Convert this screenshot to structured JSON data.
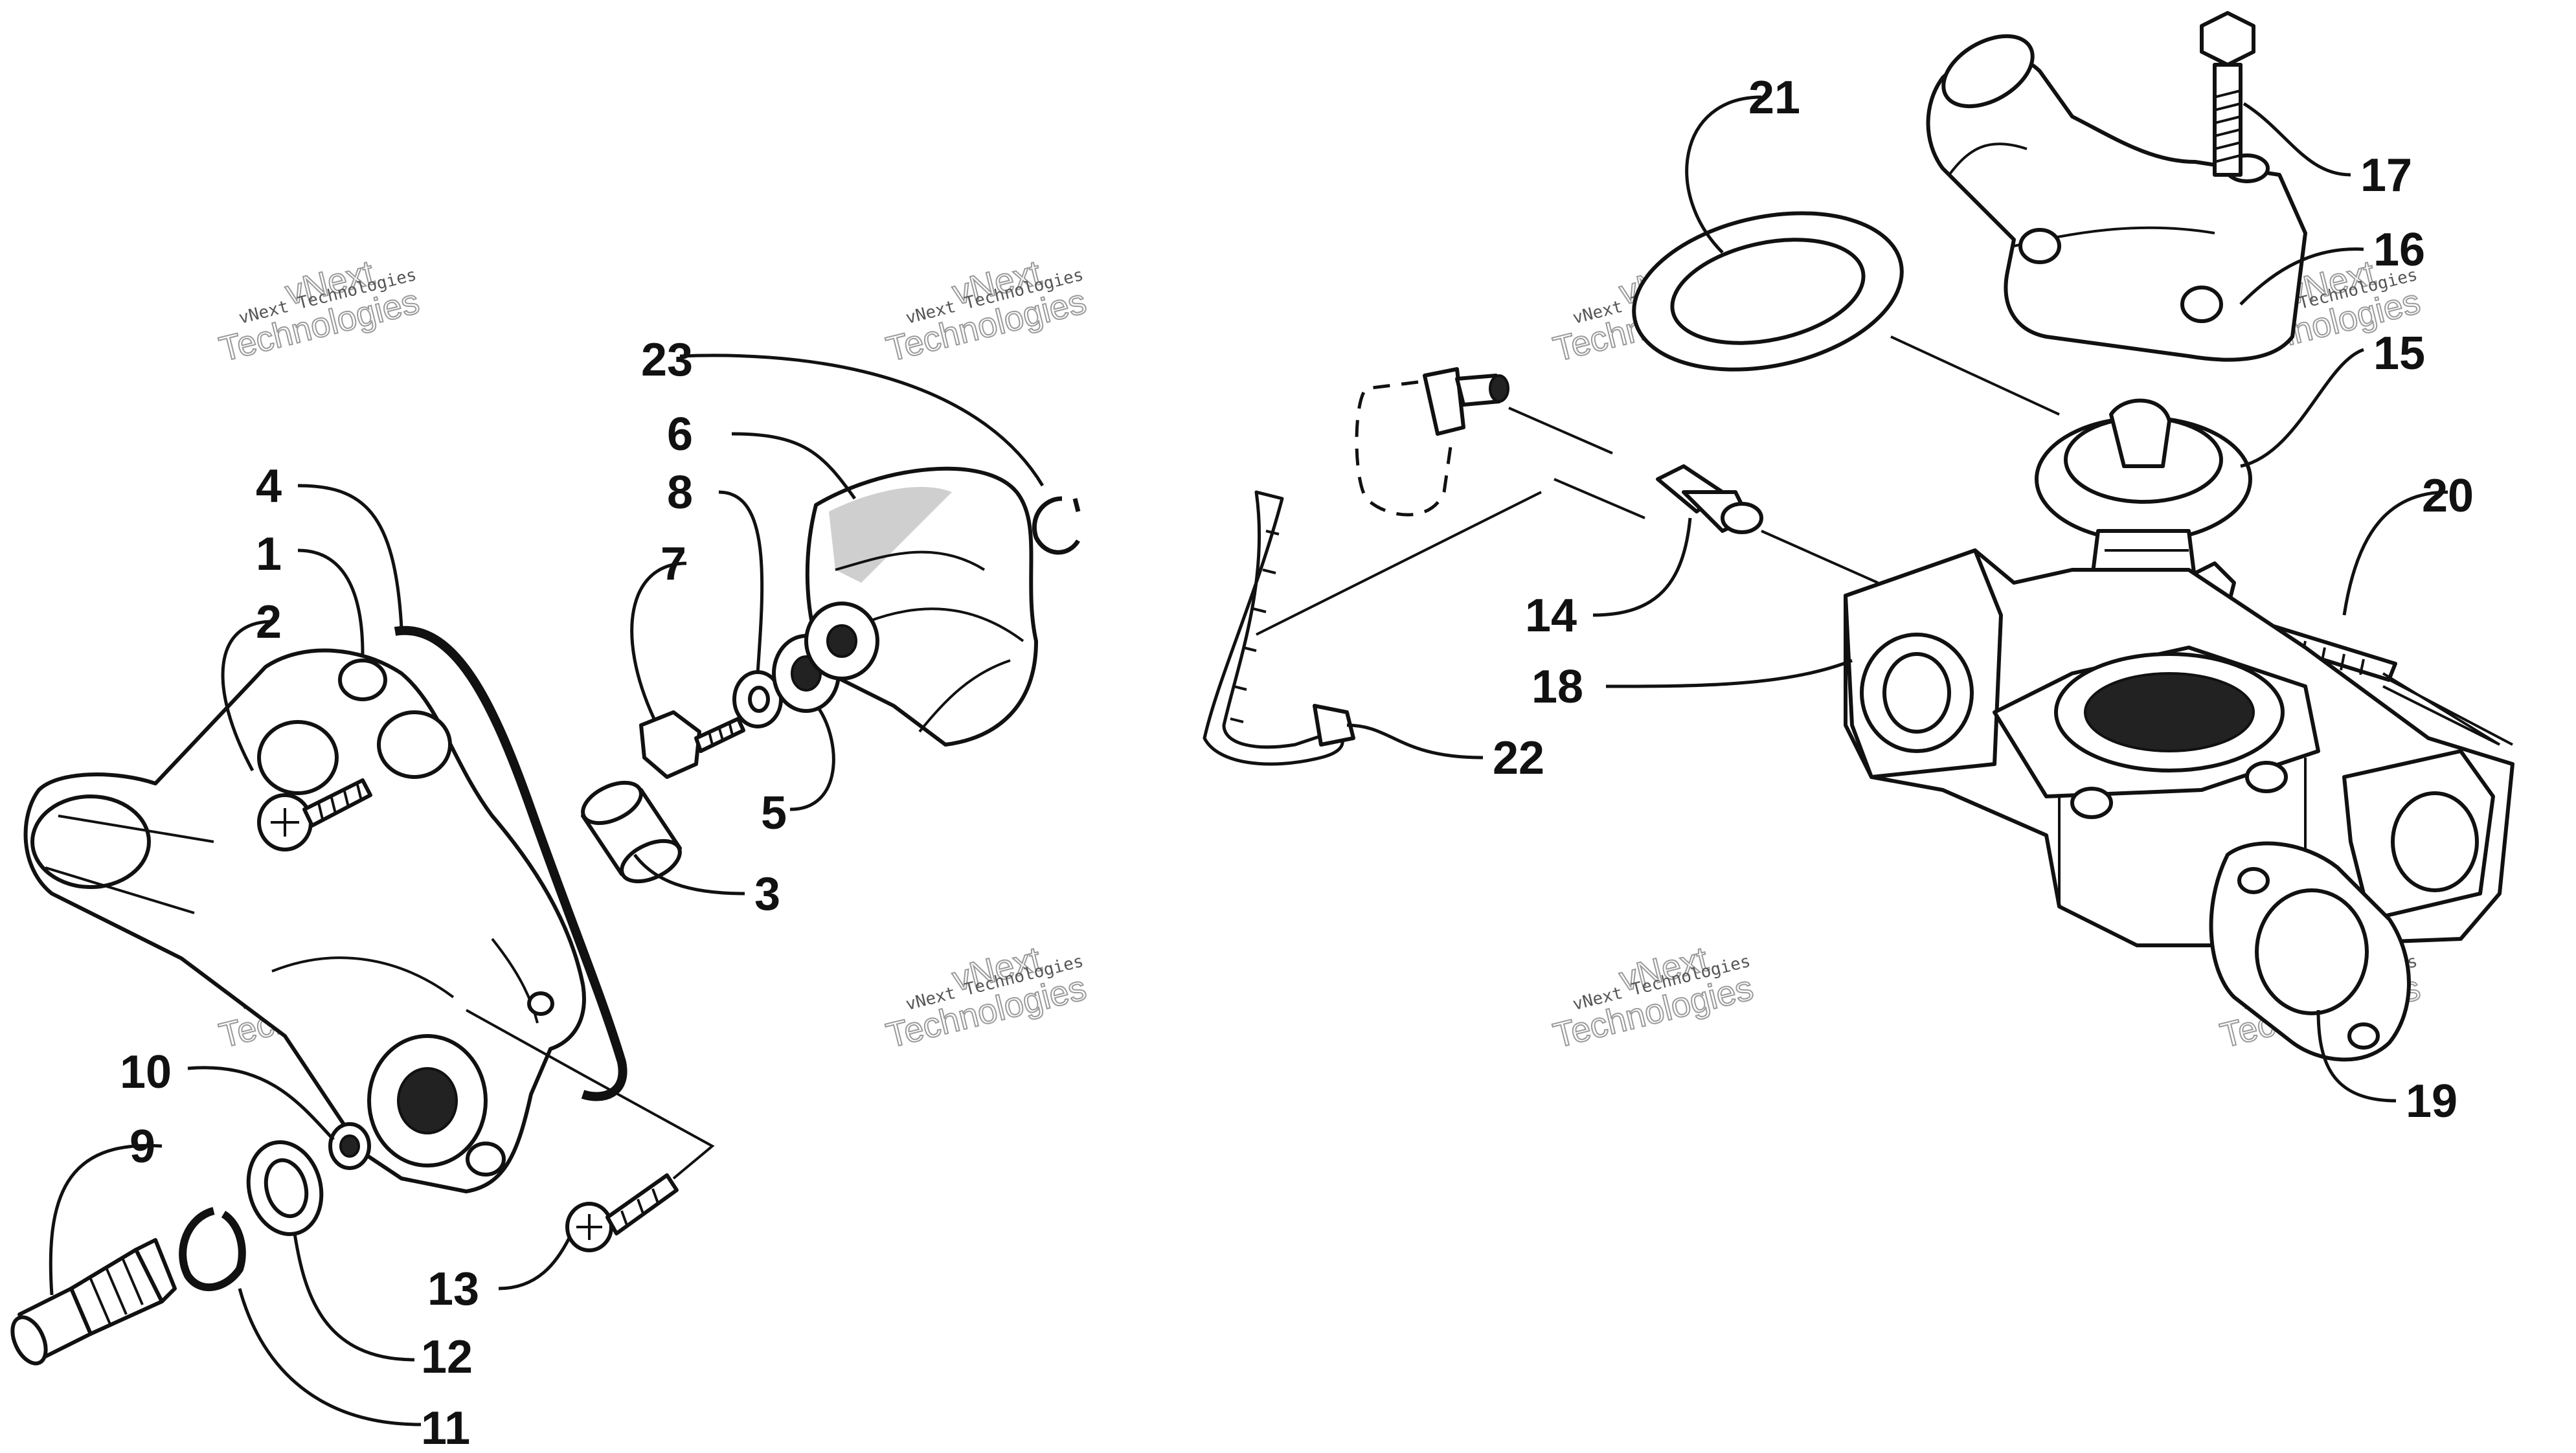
{
  "callouts": [
    {
      "id": "1",
      "label": "1"
    },
    {
      "id": "2",
      "label": "2"
    },
    {
      "id": "3",
      "label": "3"
    },
    {
      "id": "4",
      "label": "4"
    },
    {
      "id": "5",
      "label": "5"
    },
    {
      "id": "6",
      "label": "6"
    },
    {
      "id": "7",
      "label": "7"
    },
    {
      "id": "8",
      "label": "8"
    },
    {
      "id": "9",
      "label": "9"
    },
    {
      "id": "10",
      "label": "10"
    },
    {
      "id": "11",
      "label": "11"
    },
    {
      "id": "12",
      "label": "12"
    },
    {
      "id": "13",
      "label": "13"
    },
    {
      "id": "14",
      "label": "14"
    },
    {
      "id": "15",
      "label": "15"
    },
    {
      "id": "16",
      "label": "16"
    },
    {
      "id": "17",
      "label": "17"
    },
    {
      "id": "18",
      "label": "18"
    },
    {
      "id": "19",
      "label": "19"
    },
    {
      "id": "20",
      "label": "20"
    },
    {
      "id": "21",
      "label": "21"
    },
    {
      "id": "22",
      "label": "22"
    },
    {
      "id": "23",
      "label": "23"
    }
  ],
  "watermark": {
    "line1": "vNext Technologies",
    "line2": "vNext",
    "line3": "Technologies"
  },
  "colors": {
    "ink": "#111111",
    "background": "#ffffff",
    "watermark": "#9a9a9a"
  }
}
